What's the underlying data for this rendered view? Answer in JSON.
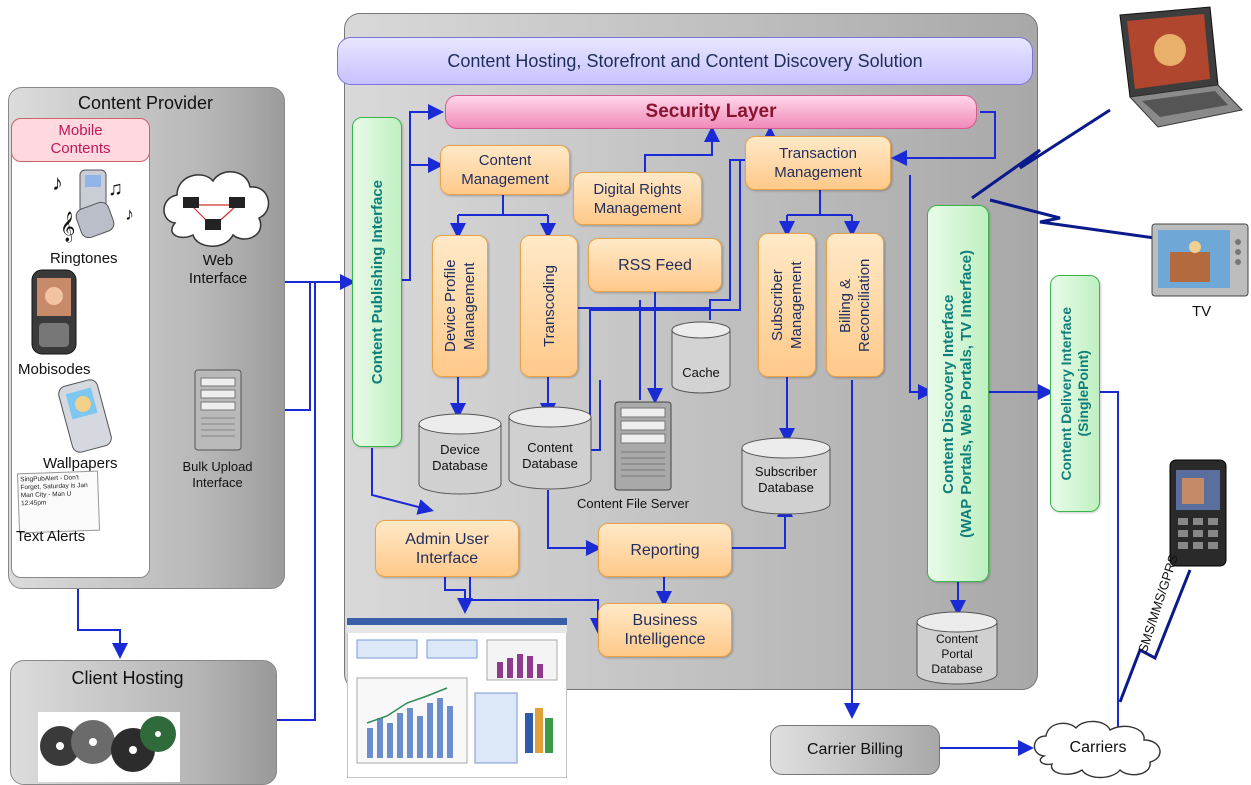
{
  "main_title": "Content Hosting, Storefront and Content Discovery Solution",
  "security_layer": "Security Layer",
  "content_provider": {
    "title": "Content Provider",
    "mobile_contents": "Mobile Contents",
    "items": [
      "Ringtones",
      "Mobisodes",
      "Wallpapers",
      "Text Alerts"
    ],
    "text_alert_sample": "SingPubAlert - Don't Forget, Saturday is Jan Man City - Man U 12:45pm"
  },
  "web_interface": "Web Interface",
  "bulk_upload": "Bulk Upload Interface",
  "client_hosting": "Client Hosting",
  "content_publishing": "Content Publishing Interface",
  "content_management": "Content Management",
  "digital_rights": "Digital Rights Management",
  "transaction_management": "Transaction Management",
  "device_profile": "Device Profile Management",
  "transcoding": "Transcoding",
  "rss_feed": "RSS Feed",
  "cache": "Cache",
  "subscriber_mgmt": "Subscriber Management",
  "billing": "Billing & Reconciliation",
  "device_db": "Device Database",
  "content_db": "Content Database",
  "content_file_server": "Content File Server",
  "subscriber_db": "Subscriber Database",
  "admin_ui": "Admin User Interface",
  "reporting": "Reporting",
  "business_intel": "Business Intelligence",
  "content_discovery": "Content Discovery Interface (WAP Portals, Web Portals, TV Interface)",
  "content_discovery_l1": "Content Discovery Interface",
  "content_discovery_l2": "(WAP Portals, Web Portals, TV Interface)",
  "content_delivery_l1": "Content Delivery Interface",
  "content_delivery_l2": "(SinglePoint)",
  "content_portal_db": "Content Portal Database",
  "tv": "TV",
  "sms": "SMS/MMS/GPRS",
  "carrier_billing": "Carrier Billing",
  "carriers": "Carriers",
  "colors": {
    "line": "#1a2bd6",
    "orange": "#ffc98a",
    "green": "#3ab54a",
    "security": "#f08ab8"
  }
}
